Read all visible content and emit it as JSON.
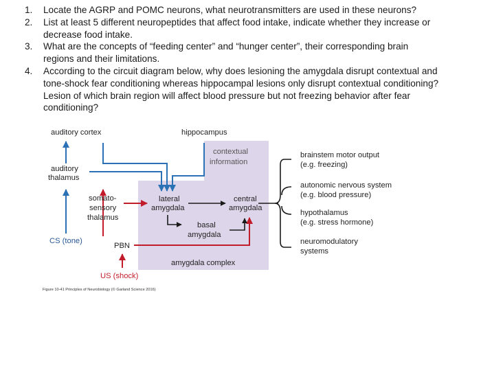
{
  "questions": [
    {
      "num": "1.",
      "lines": [
        "Locate the AGRP and POMC neurons, what neurotransmitters are used in these neurons?"
      ]
    },
    {
      "num": "2.",
      "lines": [
        "List at least 5 different neuropeptides that affect food intake, indicate whether they increase or",
        "decrease food intake."
      ]
    },
    {
      "num": "3.",
      "lines": [
        "What are the concepts of “feeding center” and “hunger center”, their corresponding brain",
        "regions and their limitations."
      ]
    },
    {
      "num": "4.",
      "lines": [
        "According to the circuit diagram below, why does lesioning the amygdala disrupt contextual and",
        "tone-shock fear conditioning whereas hippocampal lesions only disrupt contextual conditioning?",
        "Lesion of which brain region will affect blood pressure but not freezing behavior after fear",
        "conditioning?"
      ]
    }
  ],
  "diagram": {
    "labels": {
      "auditory_cortex": "auditory cortex",
      "hippocampus": "hippocampus",
      "contextual_information": [
        "contextual",
        "information"
      ],
      "auditory_thalamus": [
        "auditory",
        "thalamus"
      ],
      "somatosensory_thalamus": [
        "somato-",
        "sensory",
        "thalamus"
      ],
      "lateral_amygdala": [
        "lateral",
        "amygdala"
      ],
      "central_amygdala": [
        "central",
        "amygdala"
      ],
      "basal_amygdala": [
        "basal",
        "amygdala"
      ],
      "cs_tone": "CS (tone)",
      "pbn": "PBN",
      "us_shock": "US (shock)",
      "amygdala_complex": "amygdala complex"
    },
    "outputs": [
      {
        "name": "brainstem motor output",
        "example": "(e.g. freezing)"
      },
      {
        "name": "autonomic nervous system",
        "example": "(e.g. blood pressure)"
      },
      {
        "name": "hypothalamus",
        "example": "(e.g. stress hormone)"
      },
      {
        "name": "neuromodulatory",
        "example": "systems"
      }
    ],
    "caption": "Figure 10-41 Principles of Neurobiology (© Garland Science 2016)",
    "colors": {
      "blue": "#2a71b5",
      "red": "#c21c2a",
      "region_fill": "#ddd6ea",
      "text": "#1f1f1f"
    }
  }
}
